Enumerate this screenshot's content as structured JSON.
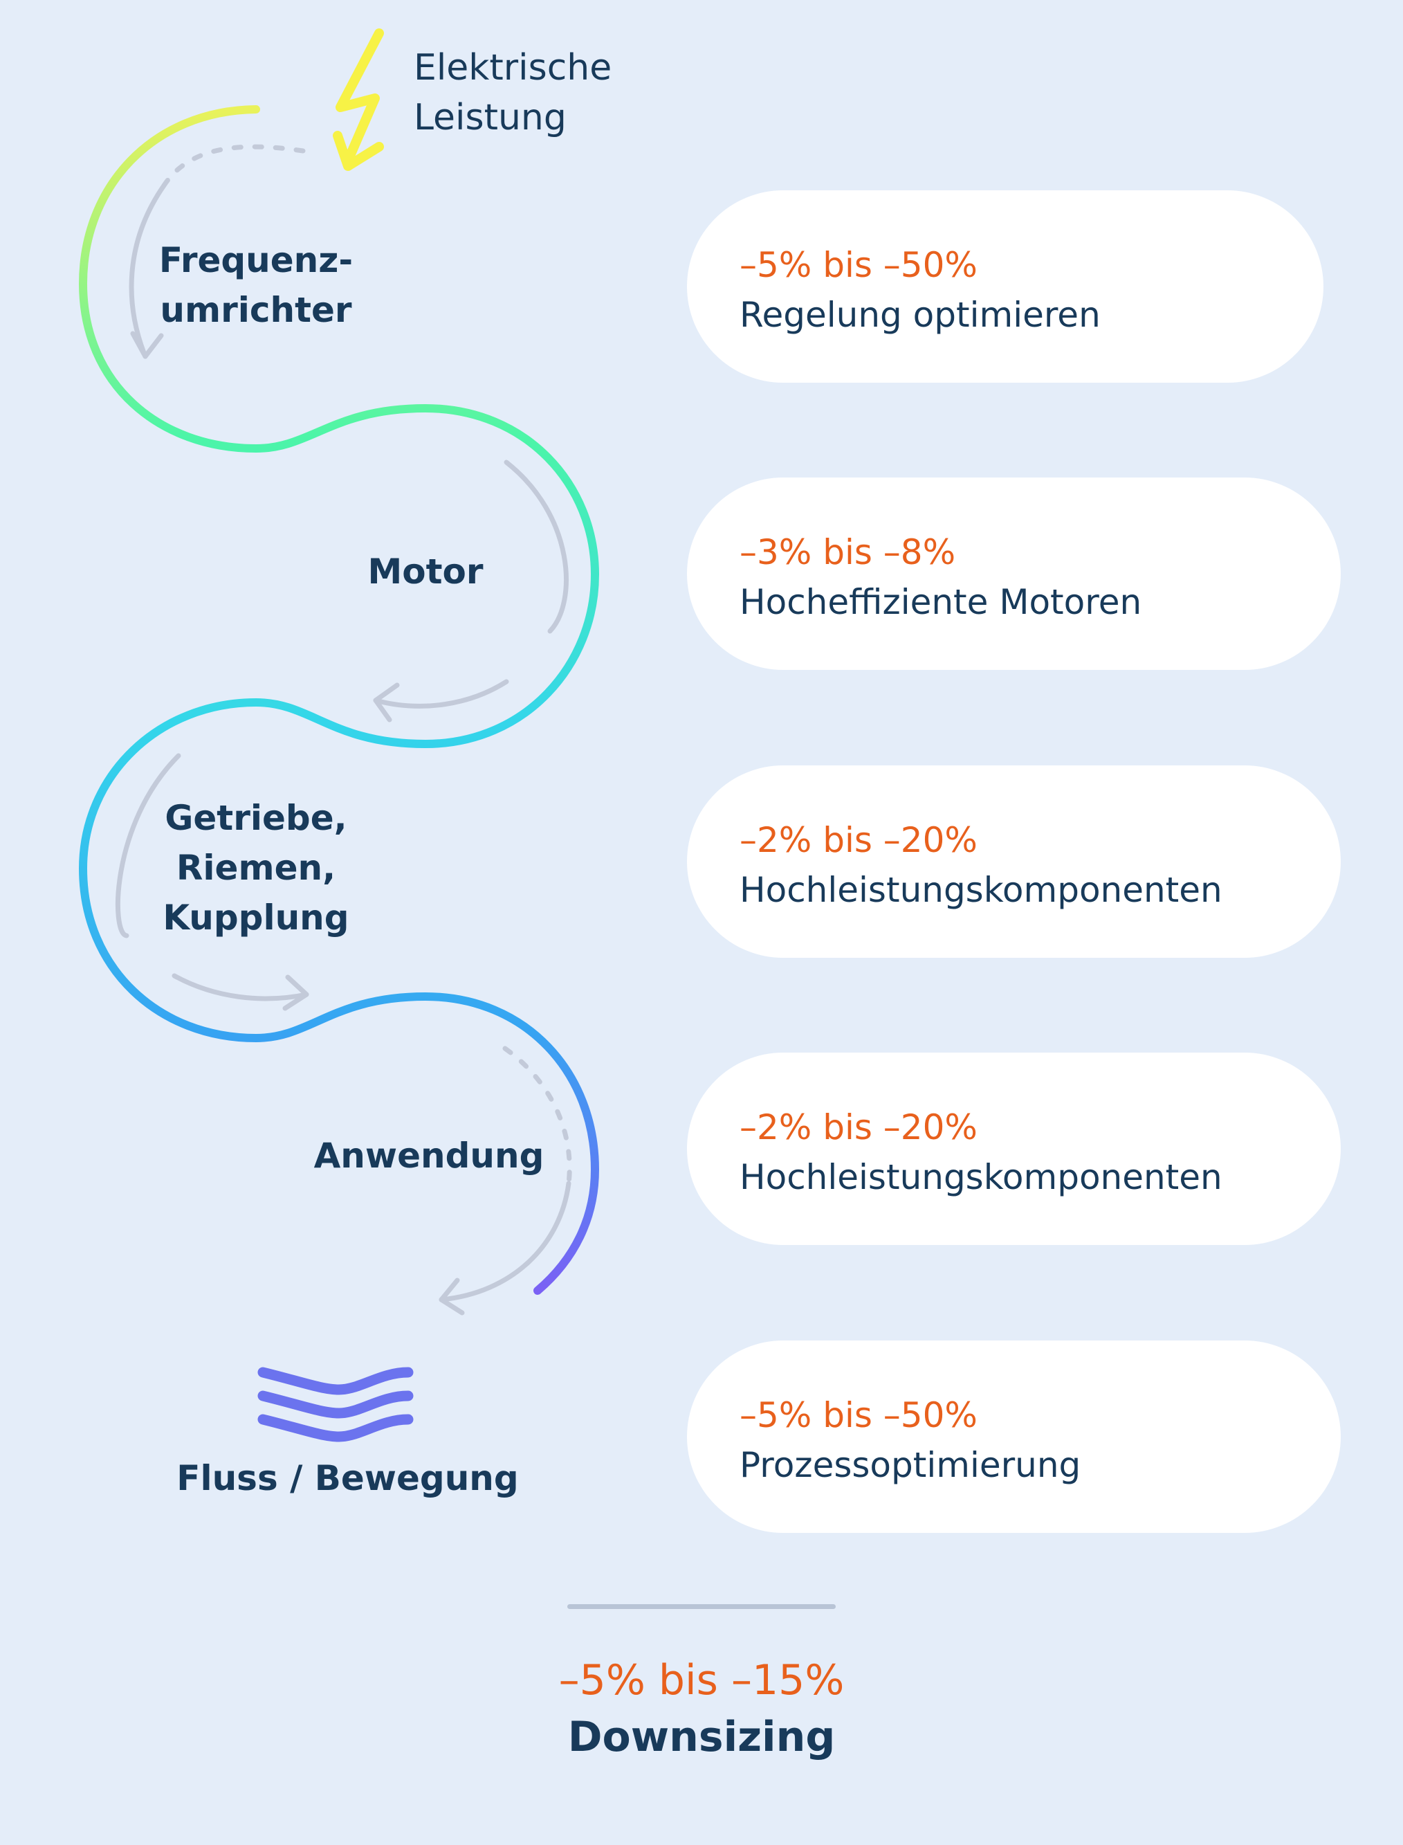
{
  "power": {
    "label": "Elektrische\nLeistung",
    "icon": "lightning-bolt-icon"
  },
  "stages": [
    {
      "label": "Frequenz-\numrichter"
    },
    {
      "label": "Motor"
    },
    {
      "label": "Getriebe,\nRiemen,\nKupplung"
    },
    {
      "label": "Anwendung"
    },
    {
      "label": "Fluss / Bewegung",
      "icon": "waves-icon"
    }
  ],
  "savings": [
    {
      "range": "–5% bis –50%",
      "label": "Regelung optimieren"
    },
    {
      "range": "–3% bis –8%",
      "label": "Hocheffiziente Motoren"
    },
    {
      "range": "–2% bis –20%",
      "label": "Hochleistungskomponenten"
    },
    {
      "range": "–2% bis –20%",
      "label": "Hochleistungskomponenten"
    },
    {
      "range": "–5% bis –50%",
      "label": "Prozessoptimierung"
    }
  ],
  "summary": {
    "range": "–5% bis –15%",
    "label": "Downsizing"
  },
  "colors": {
    "background": "#e4edf9",
    "accent": "#e8601c",
    "text": "#183a5a",
    "bolt": "#f7f246",
    "arrow": "#c3cad9",
    "gradient": [
      "#eaf25b",
      "#4cf5a8",
      "#34d6ea",
      "#36a4f2",
      "#7a61f4"
    ],
    "waves": "#6b73ee"
  }
}
